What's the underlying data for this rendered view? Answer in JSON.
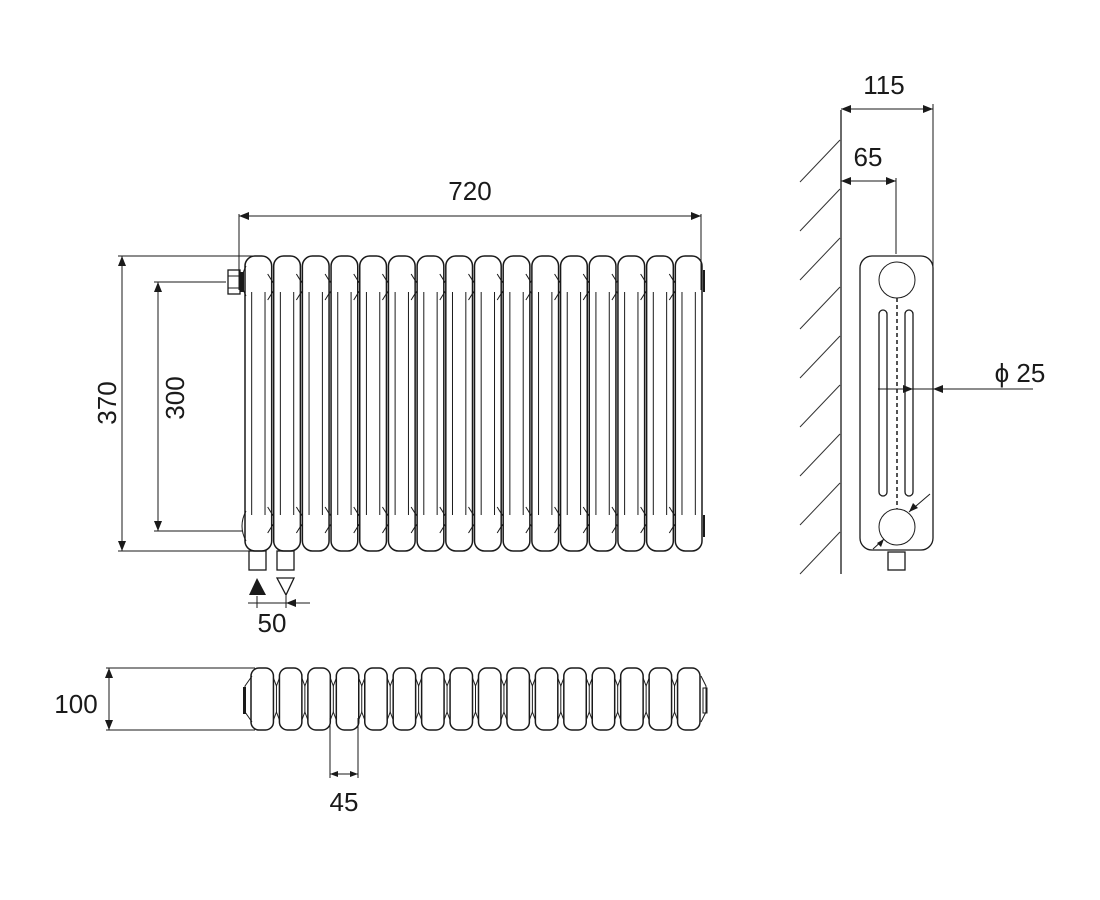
{
  "title": "Column radiator dimension drawing",
  "colors": {
    "line": "#1a1a1a",
    "background": "#ffffff"
  },
  "front_view": {
    "sections": 16,
    "dimensions": {
      "width": "720",
      "height": "370",
      "axis_distance": "300",
      "pipe_spacing": "50"
    },
    "connection_symbols": {
      "inlet": "filled-triangle-up",
      "outlet": "hollow-triangle-down"
    }
  },
  "side_view": {
    "dimensions": {
      "depth": "115",
      "wall_to_axis": "65",
      "pipe_diameter": "ϕ 25"
    }
  },
  "top_view": {
    "sections": 16,
    "dimensions": {
      "depth": "100",
      "section_pitch": "45"
    }
  }
}
